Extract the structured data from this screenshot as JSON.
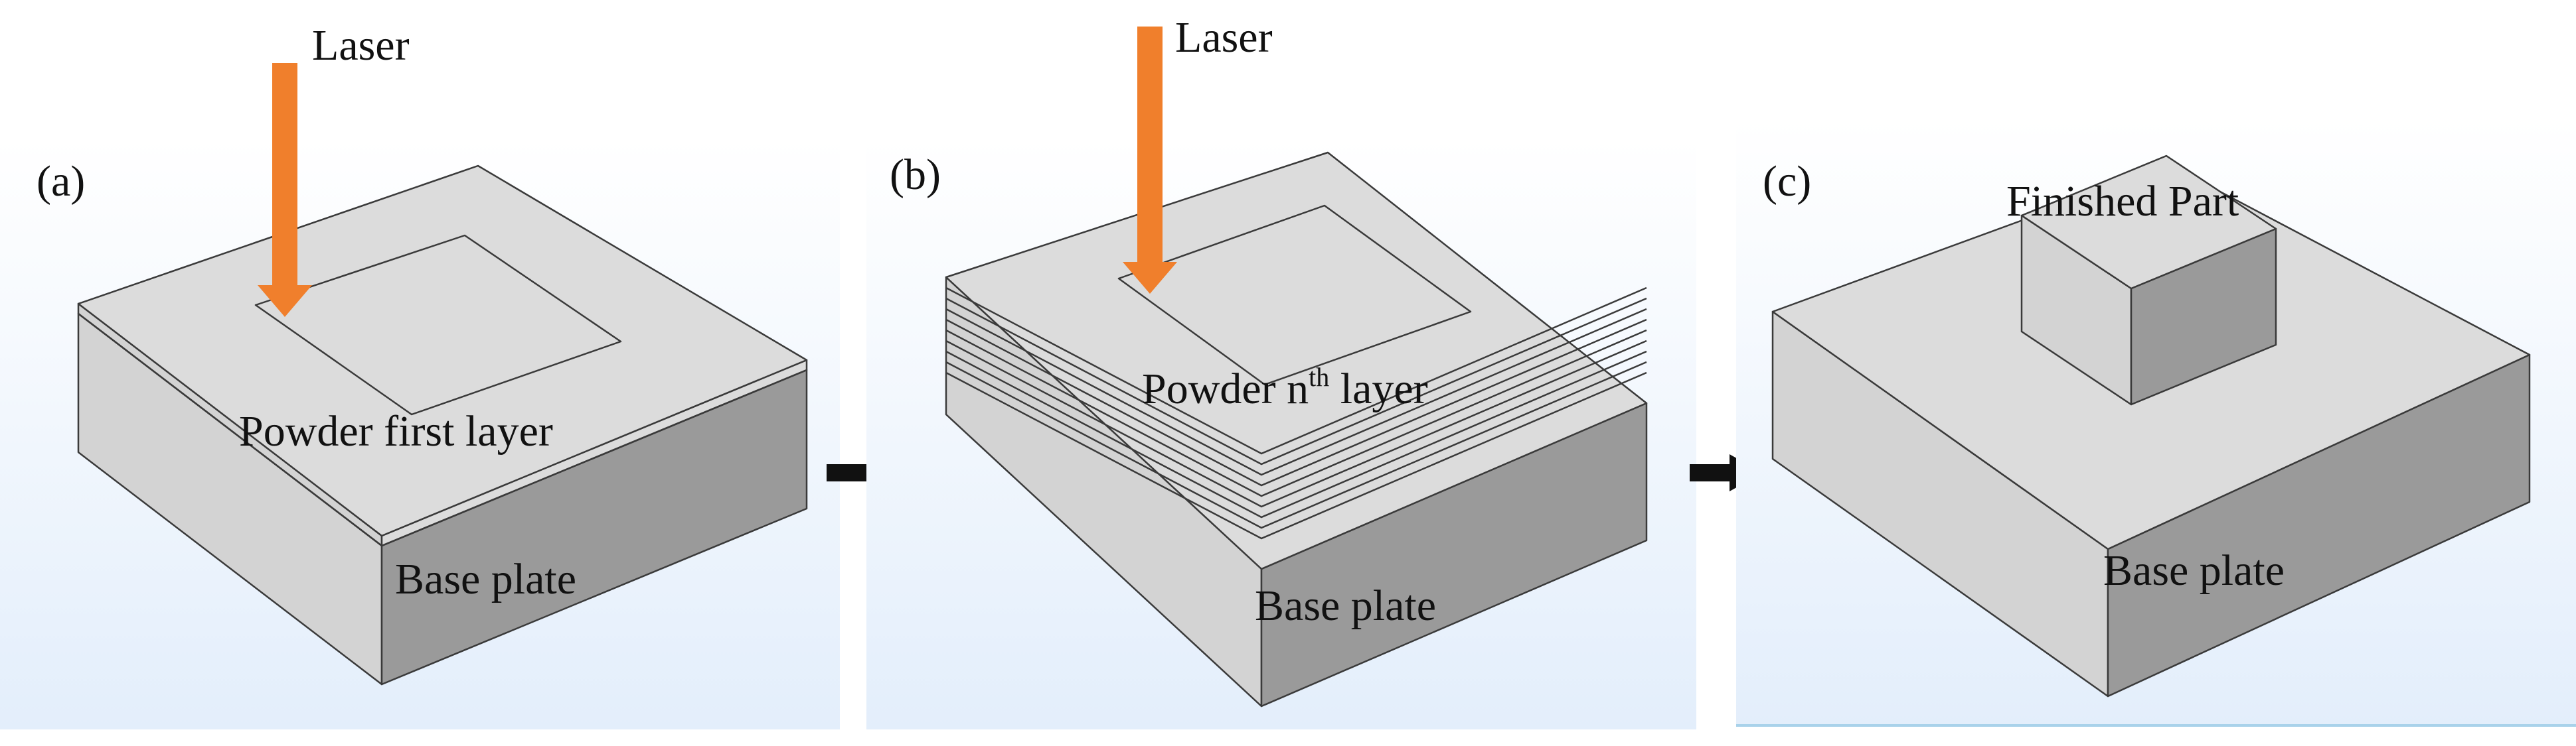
{
  "colors": {
    "panel_bg_top": "#ffffff",
    "panel_bg_bottom": "#e3eefb",
    "top_face": "#dcdcdc",
    "left_face": "#d3d3d3",
    "right_face": "#9a9a9a",
    "laser": "#f07f2c",
    "edge": "#3a3a3a"
  },
  "panels": {
    "a": {
      "tag": "(a)",
      "laser": "Laser",
      "layer_label": "Powder first layer",
      "base_label": "Base plate"
    },
    "b": {
      "tag": "(b)",
      "laser": "Laser",
      "layer_prefix": "Powder n",
      "layer_sup": "th",
      "layer_suffix": " layer",
      "base_label": "Base plate"
    },
    "c": {
      "tag": "(c)",
      "part_label": "Finished Part",
      "base_label": "Base plate"
    }
  },
  "icons": {
    "laser_beam": "down-arrow-icon",
    "flow": "right-arrow-icon"
  }
}
